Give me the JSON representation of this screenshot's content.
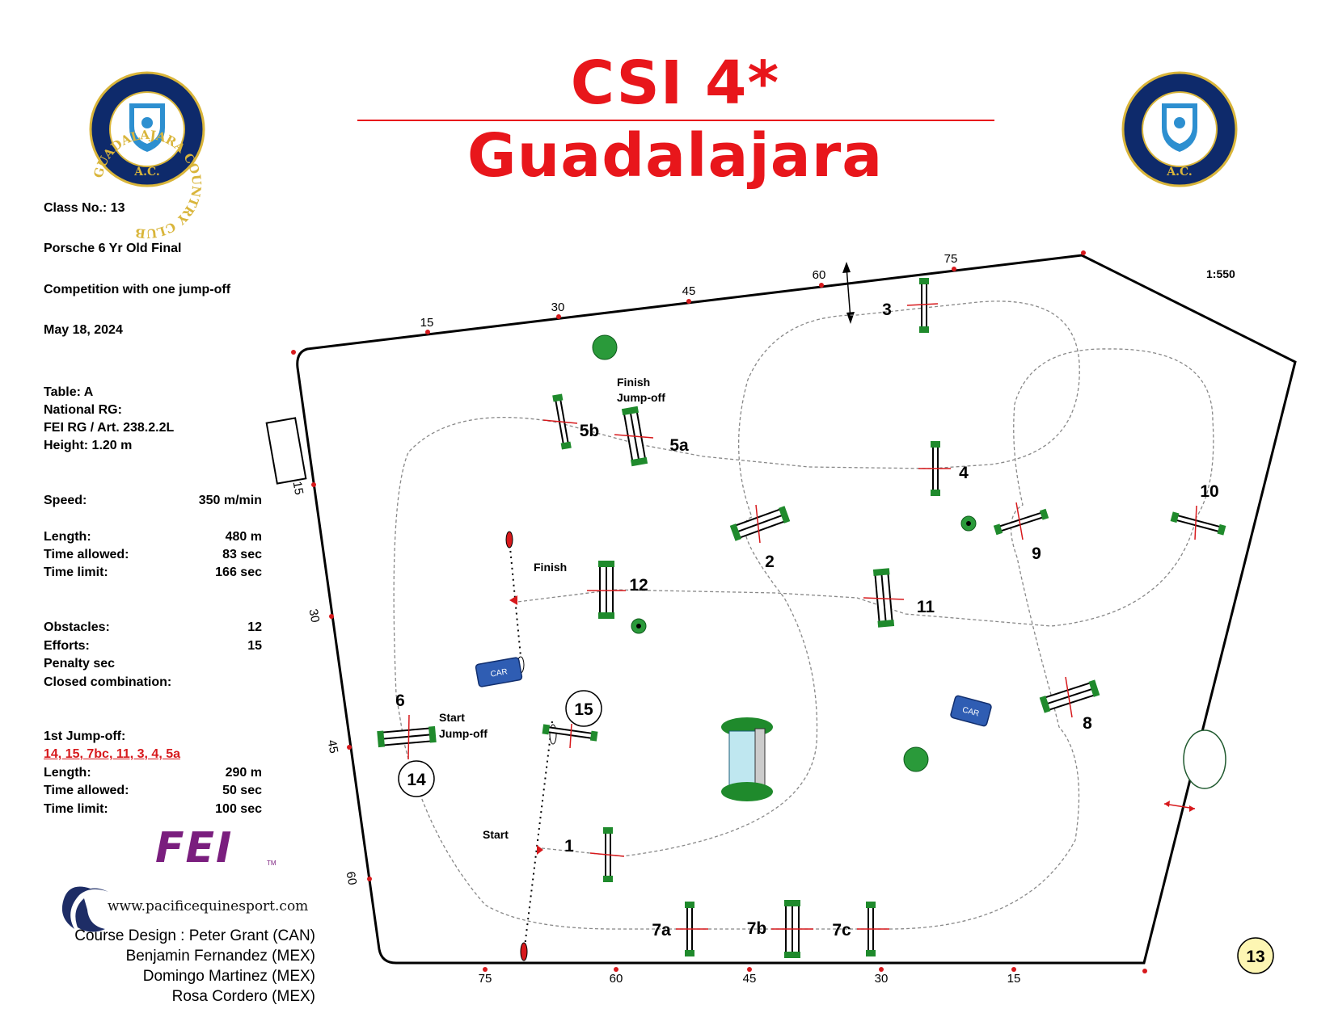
{
  "title": "CSI 4* Guadalajara",
  "logo": {
    "text_top": "GUADALAJARA COUNTRY CLUB",
    "text_bottom": "A.C.",
    "colors": {
      "ring": "#0e2a6b",
      "gold": "#d9b53a",
      "shield": "#2d8fd0"
    }
  },
  "class_info": {
    "class_no": "Class No.: 13",
    "class_name": "Porsche 6 Yr Old Final",
    "competition": "Competition with one jump-off",
    "date": "May 18, 2024"
  },
  "table_info": {
    "table": "Table: A",
    "national_rg": "National RG:",
    "fei_rg": "FEI RG / Art. 238.2.2L",
    "height": "Height: 1.20  m"
  },
  "round": {
    "speed_label": "Speed:",
    "speed_value": "350  m/min",
    "length_label": "Length:",
    "length_value": "480    m",
    "time_allowed_label": "Time allowed:",
    "time_allowed_value": "83  sec",
    "time_limit_label": "Time limit:",
    "time_limit_value": "166  sec",
    "obstacles_label": "Obstacles:",
    "obstacles_value": "12",
    "efforts_label": "Efforts:",
    "efforts_value": "15",
    "penalty_label": "Penalty sec",
    "closed_label": "Closed combination:"
  },
  "jump_off": {
    "label": "1st Jump-off:",
    "sequence": "14, 15, 7bc, 11, 3, 4, 5a",
    "length_label": "Length:",
    "length_value": "290    m",
    "time_allowed_label": "Time allowed:",
    "time_allowed_value": "50  sec",
    "time_limit_label": "Time limit:",
    "time_limit_value": "100  sec"
  },
  "scale": "1:550",
  "fei_logo": "FEI",
  "fei_tm": "TM",
  "website": "www.pacificequinesport.com",
  "designers": [
    "Course Design : Peter Grant (CAN)",
    "Benjamin Fernandez (MEX)",
    "Domingo Martinez (MEX)",
    "Rosa Cordero (MEX)"
  ],
  "class_badge": "13",
  "course": {
    "obstacles": [
      "1",
      "2",
      "3",
      "4",
      "5a",
      "5b",
      "6",
      "7a",
      "7b",
      "7c",
      "8",
      "9",
      "10",
      "11",
      "12"
    ],
    "jump_off_extra": [
      "14",
      "15"
    ],
    "labels": {
      "start": "Start",
      "finish": "Finish",
      "finish_jo_1": "Finish",
      "finish_jo_2": "Jump-off",
      "start_jo_1": "Start",
      "start_jo_2": "Jump-off",
      "car": "CAR"
    },
    "distance_marks": {
      "top": [
        "15",
        "30",
        "45",
        "60",
        "75"
      ],
      "left": [
        "15",
        "30",
        "45",
        "60"
      ],
      "bottom": [
        "75",
        "60",
        "45",
        "30",
        "15"
      ]
    }
  }
}
